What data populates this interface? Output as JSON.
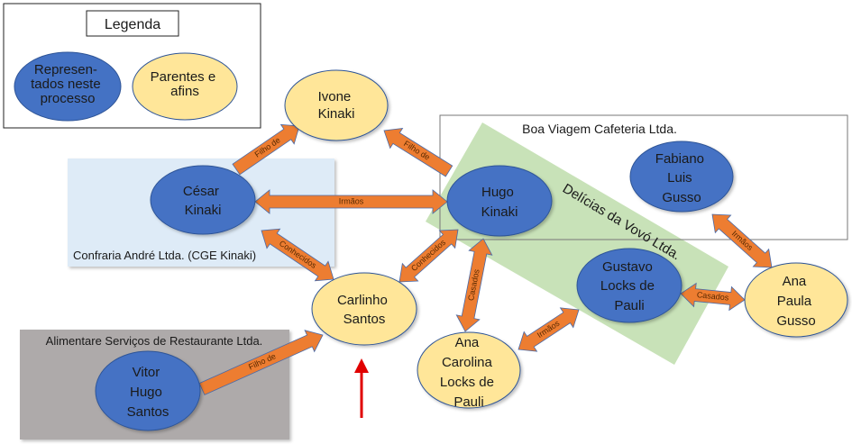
{
  "legend": {
    "title": "Legenda",
    "items": [
      {
        "type": "represented",
        "label_lines": [
          "Represen-",
          "tados neste",
          "processo"
        ],
        "color": "#4472C4"
      },
      {
        "type": "relatives",
        "label_lines": [
          "Parentes e",
          "afins"
        ],
        "color": "#FFE699"
      }
    ]
  },
  "colors": {
    "represented_fill": "#4472C4",
    "relatives_fill": "#FFE699",
    "arrow_fill": "#ED7D31",
    "confraria_bg": "#DEEBF7",
    "alimentare_bg": "#AEAAAA",
    "delicias_bg": "#C5E0B4",
    "pointer_arrow": "#E00000"
  },
  "companies": {
    "confraria": "Confraria André Ltda. (CGE Kinaki)",
    "boa_viagem": "Boa Viagem Cafeteria Ltda.",
    "delicias": "Delícias da Vovó Ltda.",
    "alimentare": "Alimentare Serviços de Restaurante Ltda."
  },
  "nodes": {
    "ivone": {
      "lines": [
        "Ivone",
        "Kinaki"
      ],
      "type": "relatives"
    },
    "cesar": {
      "lines": [
        "César",
        "Kinaki"
      ],
      "type": "represented"
    },
    "hugo_k": {
      "lines": [
        "Hugo",
        "Kinaki"
      ],
      "type": "represented"
    },
    "fabiano": {
      "lines": [
        "Fabiano",
        "Luis",
        "Gusso"
      ],
      "type": "represented"
    },
    "carlinho": {
      "lines": [
        "Carlinho",
        "Santos"
      ],
      "type": "relatives"
    },
    "gustavo": {
      "lines": [
        "Gustavo",
        "Locks de",
        "Pauli"
      ],
      "type": "represented"
    },
    "ana_paula": {
      "lines": [
        "Ana",
        "Paula",
        "Gusso"
      ],
      "type": "relatives"
    },
    "ana_carolina": {
      "lines": [
        "Ana",
        "Carolina",
        "Locks de",
        "Pauli"
      ],
      "type": "relatives"
    },
    "vitor": {
      "lines": [
        "Vitor",
        "Hugo",
        "Santos"
      ],
      "type": "represented"
    }
  },
  "edges": {
    "cesar_ivone": "Filho de",
    "hugo_ivone": "Filho de",
    "cesar_hugo": "Irmãos",
    "cesar_carlinho": "Conhecidos",
    "hugo_carlinho": "Conhecidos",
    "hugo_anacarolina": "Casados",
    "anacarolina_gustavo": "Irmãos",
    "gustavo_anapaula": "Casados",
    "fabiano_anapaula": "Irmãos",
    "vitor_carlinho": "Filho de"
  }
}
